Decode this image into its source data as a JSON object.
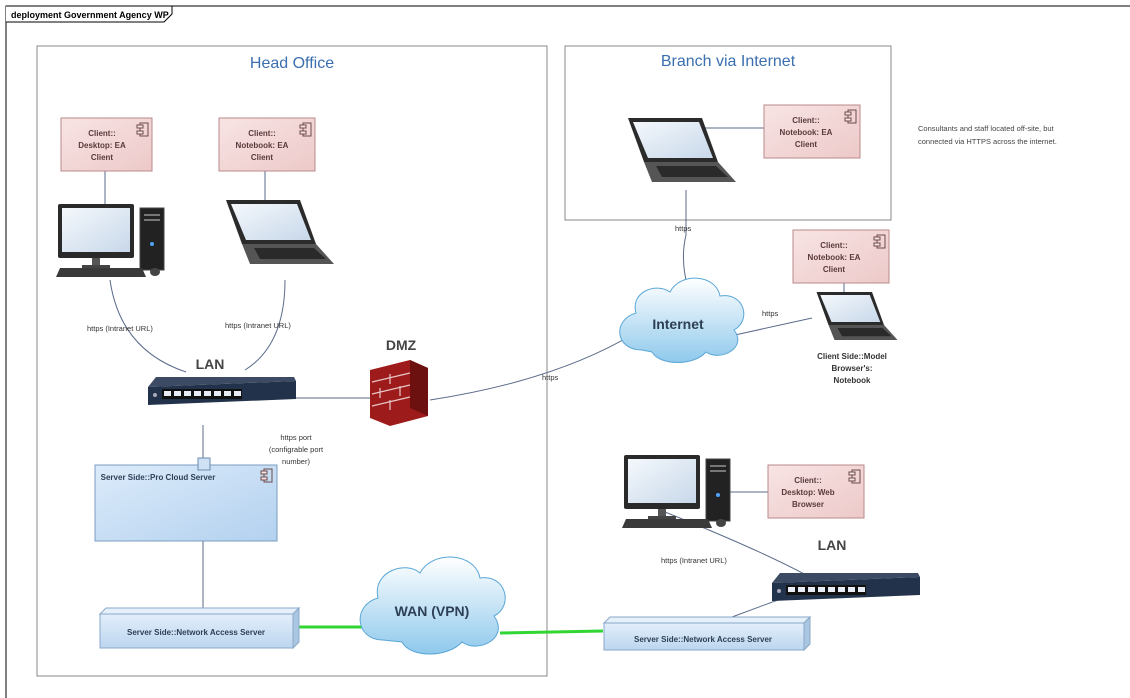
{
  "diagram": {
    "frame_title": "deployment Government Agency WP",
    "head_office": "Head Office",
    "branch": "Branch via Internet",
    "note": [
      "Consultants and staff located off-site, but",
      "connected via HTTPS across the internet."
    ],
    "components": {
      "desktop_ea": [
        "Client::",
        "Desktop: EA",
        "Client"
      ],
      "notebook_ea": [
        "Client::",
        "Notebook: EA",
        "Client"
      ],
      "branch_notebook_ea": [
        "Client::",
        "Notebook: EA",
        "Client"
      ],
      "internet_notebook_ea": [
        "Client::",
        "Notebook: EA",
        "Client"
      ],
      "desktop_web": [
        "Client::",
        "Desktop: Web",
        "Browser"
      ]
    },
    "pro_cloud_server": "Server Side::Pro Cloud Server",
    "nas_left": "Server Side::Network Access Server",
    "nas_right": "Server Side::Network Access Server",
    "lan": "LAN",
    "lan2": "LAN",
    "dmz": "DMZ",
    "internet": "Internet",
    "wan": "WAN (VPN)",
    "model_browser": [
      "Client Side::Model",
      "Browser's:",
      "Notebook"
    ],
    "edges": {
      "https_intranet_1": "https (Intranet URL)",
      "https_intranet_2": "https (Intranet URL)",
      "https_intranet_3": "https (Intranet URL)",
      "https_branch": "https",
      "https_notebook": "https",
      "https_dmz": "https",
      "https_port": [
        "https port",
        "(configrable port",
        "number)"
      ]
    },
    "colors": {
      "component_fill": "#f3d6d6",
      "component_border": "#b98a8a",
      "server_fill": "#c4dcf4",
      "nas_fill": "#cfe2f3",
      "wan_link": "#32d632",
      "title_blue": "#3b6fb0"
    }
  }
}
